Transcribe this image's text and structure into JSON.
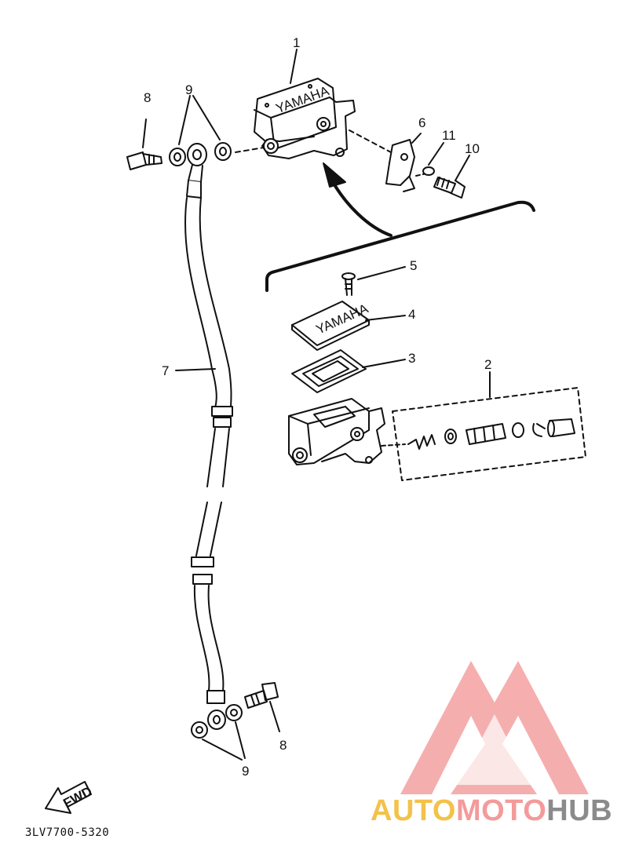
{
  "diagram": {
    "part_code": "3LV7700-5320",
    "fwd_label": "FWD",
    "yamaha_mark": "YAMAHA",
    "callouts": {
      "c1": "1",
      "c2": "2",
      "c3": "3",
      "c4": "4",
      "c5": "5",
      "c6": "6",
      "c7": "7",
      "c8_top": "8",
      "c8_bottom": "8",
      "c9_top": "9",
      "c9_bottom": "9",
      "c10": "10",
      "c11": "11"
    }
  },
  "watermark": {
    "part1": "AUTO",
    "part2": "MOTO",
    "part3": "HUB",
    "colors": {
      "part1": "#f3c24a",
      "part2": "#f49a9a",
      "part3": "#8b8b8b",
      "logo": "#f4a0a0"
    }
  }
}
